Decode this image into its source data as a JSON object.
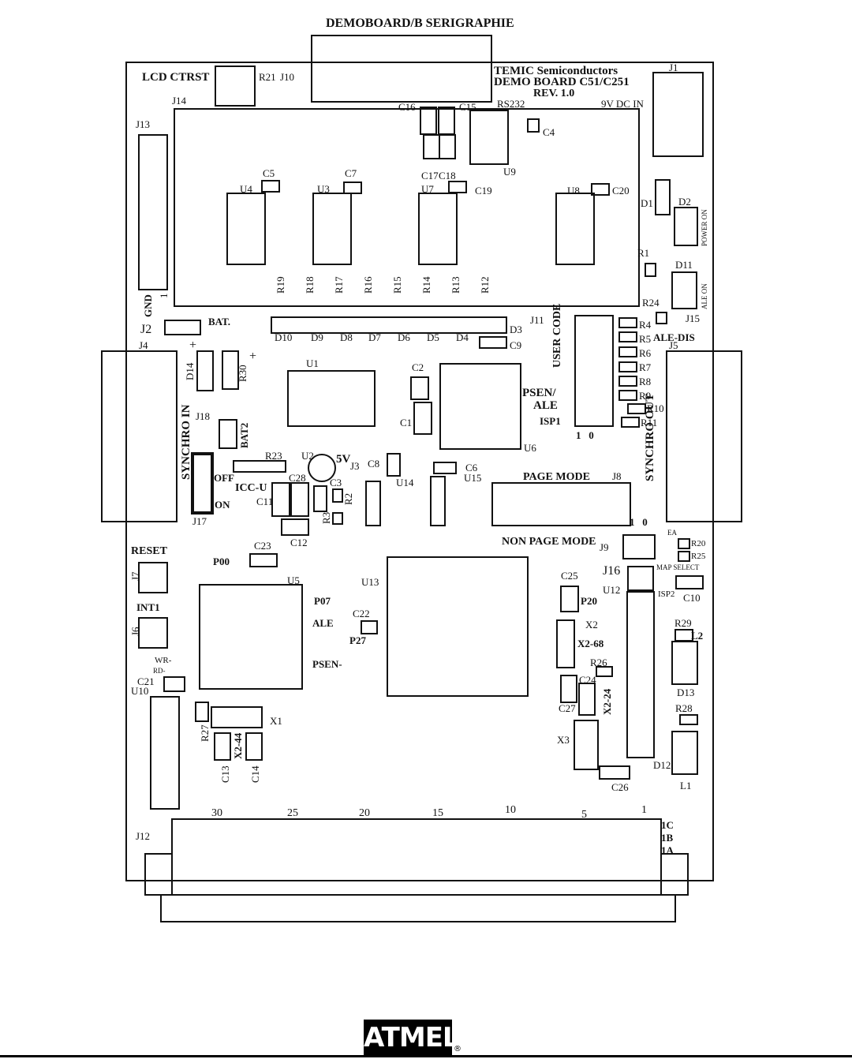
{
  "header": {
    "title": "DEMOBOARD/B SERIGRAPHIE"
  },
  "board_info": {
    "line1": "TEMIC Semiconductors",
    "line2": "DEMO BOARD C51/C251",
    "line3": "REV. 1.0",
    "power": "9V DC IN"
  },
  "labels": {
    "lcd": "LCD CTRST",
    "r21": "R21",
    "j10": "J10",
    "j14": "J14",
    "j13": "J13",
    "j1": "J1",
    "c16": "C16",
    "c15": "C15",
    "rs232": "RS232",
    "c4": "C4",
    "c17": "C17",
    "c18": "C18",
    "u9": "U9",
    "c5": "C5",
    "c7": "C7",
    "u4": "U4",
    "u3": "U3",
    "u7": "U7",
    "c19": "C19",
    "u8": "U8",
    "c20": "C20",
    "d1": "D1",
    "d2": "D2",
    "power_on": "POWER ON",
    "r1": "R1",
    "d11": "D11",
    "ale_on": "ALE ON",
    "gnd": "GND",
    "one": "1",
    "r19": "R19",
    "r18": "R18",
    "r17": "R17",
    "r16": "R16",
    "r15": "R15",
    "r14": "R14",
    "r13": "R13",
    "r12": "R12",
    "r24": "R24",
    "j15": "J15",
    "j2": "J2",
    "bat": "BAT.",
    "d10": "D10",
    "d9": "D9",
    "d8": "D8",
    "d7": "D7",
    "d6": "D6",
    "d5": "D5",
    "d4": "D4",
    "d3": "D3",
    "j11": "J11",
    "user_code": "USER CODE",
    "r4": "R4",
    "r5": "R5",
    "r6": "R6",
    "r7": "R7",
    "r8": "R8",
    "r9": "R9",
    "r10": "R10",
    "r11": "R11",
    "ale_dis": "ALE-DIS",
    "j5": "J5",
    "c9": "C9",
    "j4": "J4",
    "d14": "D14",
    "r30": "R30",
    "plus": "+",
    "u1": "U1",
    "c2": "C2",
    "c1": "C1",
    "psen": "PSEN/",
    "ale": "ALE",
    "isp1": "ISP1",
    "one_zero": "1   0",
    "u6": "U6",
    "synchro_in": "SYNCHRO IN",
    "synchro_out": "SYNCHRO OUT",
    "j18": "J18",
    "bat2": "BAT2",
    "r23": "R23",
    "u2": "U2",
    "v5": "5V",
    "j3": "J3",
    "c8": "C8",
    "c6": "C6",
    "u15": "U15",
    "u14": "U14",
    "page_mode": "PAGE MODE",
    "j8": "J8",
    "off": "OFF",
    "icc": "ICC-U",
    "c28": "C28",
    "c3": "C3",
    "r2": "R2",
    "r3": "R3",
    "c11": "C11",
    "on": "ON",
    "j17": "J17",
    "c12": "C12",
    "one_zero_b": "1   0",
    "non_page_mode": "NON PAGE MODE",
    "j9": "J9",
    "ea": "EA",
    "r20": "R20",
    "r25": "R25",
    "map_select": "MAP SELECT",
    "reset": "RESET",
    "j7": "J7",
    "c23": "C23",
    "p00": "P00",
    "u5": "U5",
    "u13": "U13",
    "c25": "C25",
    "j16": "J16",
    "u12": "U12",
    "isp2": "ISP2",
    "c10": "C10",
    "int1": "INT1",
    "j6": "J6",
    "p07": "P07",
    "ale2": "ALE",
    "c22": "C22",
    "p27": "P27",
    "p20": "P20",
    "x2": "X2",
    "x2_68": "X2-68",
    "r29": "R29",
    "l2": "L2",
    "wr": "WR-",
    "rd": "RD-",
    "psen2": "PSEN-",
    "c21": "C21",
    "u10": "U10",
    "r26": "R26",
    "c24": "C24",
    "d13": "D13",
    "c27": "C27",
    "x2_24": "X2-24",
    "r28": "R28",
    "x1": "X1",
    "r27": "R27",
    "x2_44": "X2-44",
    "c13": "C13",
    "c14": "C14",
    "x3": "X3",
    "d12": "D12",
    "l1": "L1",
    "c26": "C26",
    "n30": "30",
    "n25": "25",
    "n20": "20",
    "n15": "15",
    "n10": "10",
    "n5": "5",
    "n1": "1",
    "j12": "J12",
    "c1c": "1C",
    "c1b": "1B",
    "c1a": "1A"
  },
  "logo": {
    "text": "ATMEL",
    "mark": "®"
  }
}
